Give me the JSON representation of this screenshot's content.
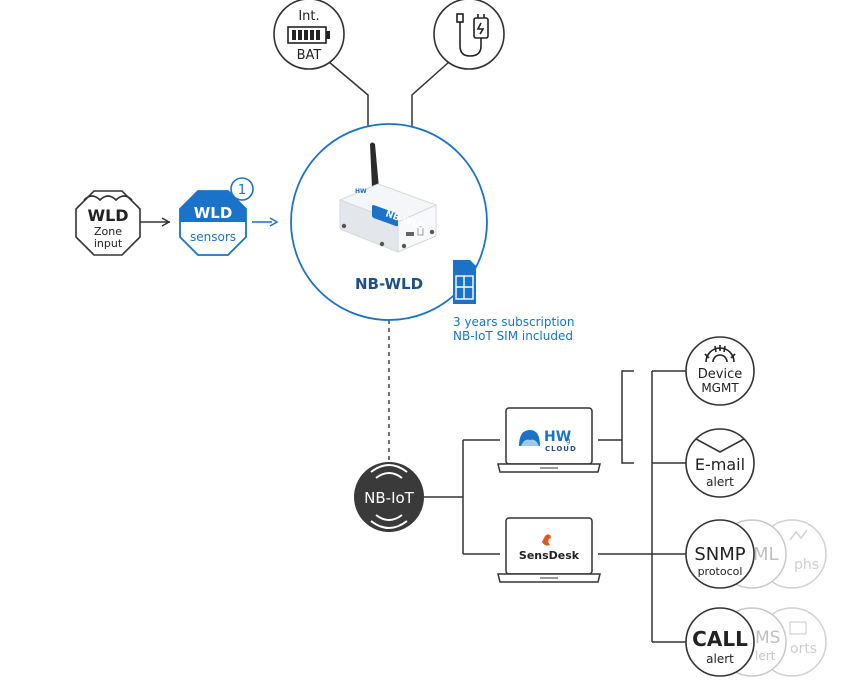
{
  "battery": {
    "top": "Int.",
    "bottom": "BAT"
  },
  "wld_zone": {
    "title": "WLD",
    "line1": "Zone",
    "line2": "input"
  },
  "wld_sensors": {
    "title": "WLD",
    "subtitle": "sensors",
    "count": "1"
  },
  "device": {
    "name": "NB-WLD",
    "logo": "HW",
    "model": "NB-WLD"
  },
  "sim": {
    "line1": "3 years subscription",
    "line2": "NB-IoT SIM included"
  },
  "nbiot": {
    "label": "NB-IoT"
  },
  "hwg_cloud": {
    "logo": "HW",
    "sub": "g",
    "cloud": "CLOUD"
  },
  "sensdesk": {
    "label": "SensDesk"
  },
  "device_mgmt": {
    "line1": "Device",
    "line2": "MGMT"
  },
  "email": {
    "line1": "E-mail",
    "line2": "alert"
  },
  "snmp": {
    "line1": "SNMP",
    "line2": "protocol"
  },
  "call": {
    "line1": "CALL",
    "line2": "alert"
  },
  "ghost": {
    "xml": "ML",
    "graphs": "phs",
    "sms": "MS",
    "sms_sub": "lert",
    "reports": "orts"
  },
  "colors": {
    "blue": "#1a73c8",
    "dark": "#333333",
    "ghost": "#d2d2d2"
  }
}
